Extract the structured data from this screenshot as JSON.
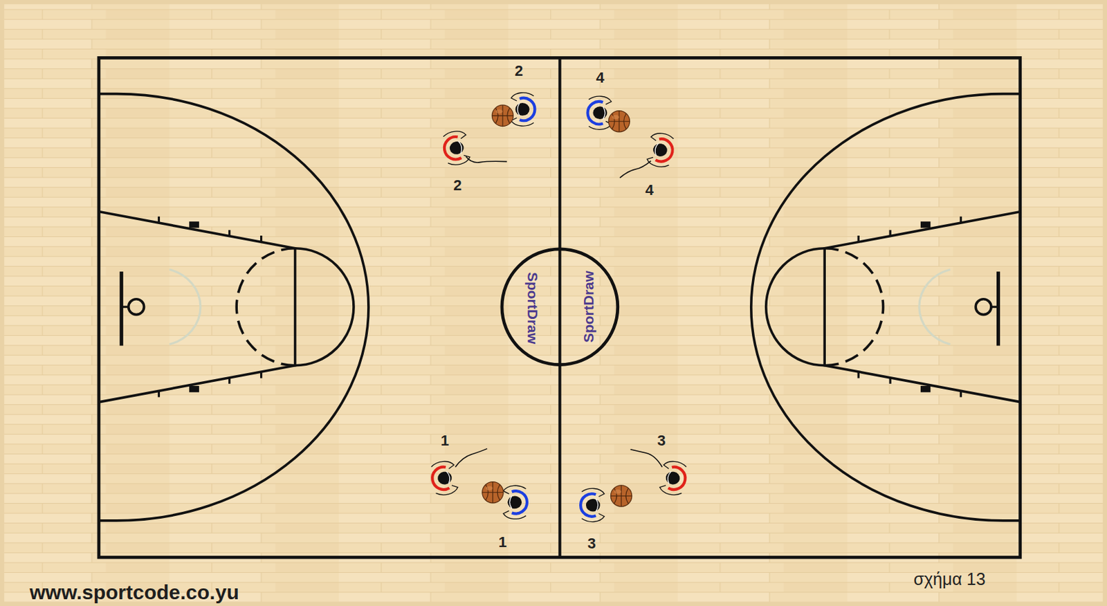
{
  "diagram": {
    "caption": "σχήμα 13",
    "labels": [
      "2",
      "4",
      "2",
      "4",
      "SportDraw",
      "SportDraw",
      "1",
      "3",
      "1",
      "3",
      "www.sportcode.co.yu"
    ]
  }
}
